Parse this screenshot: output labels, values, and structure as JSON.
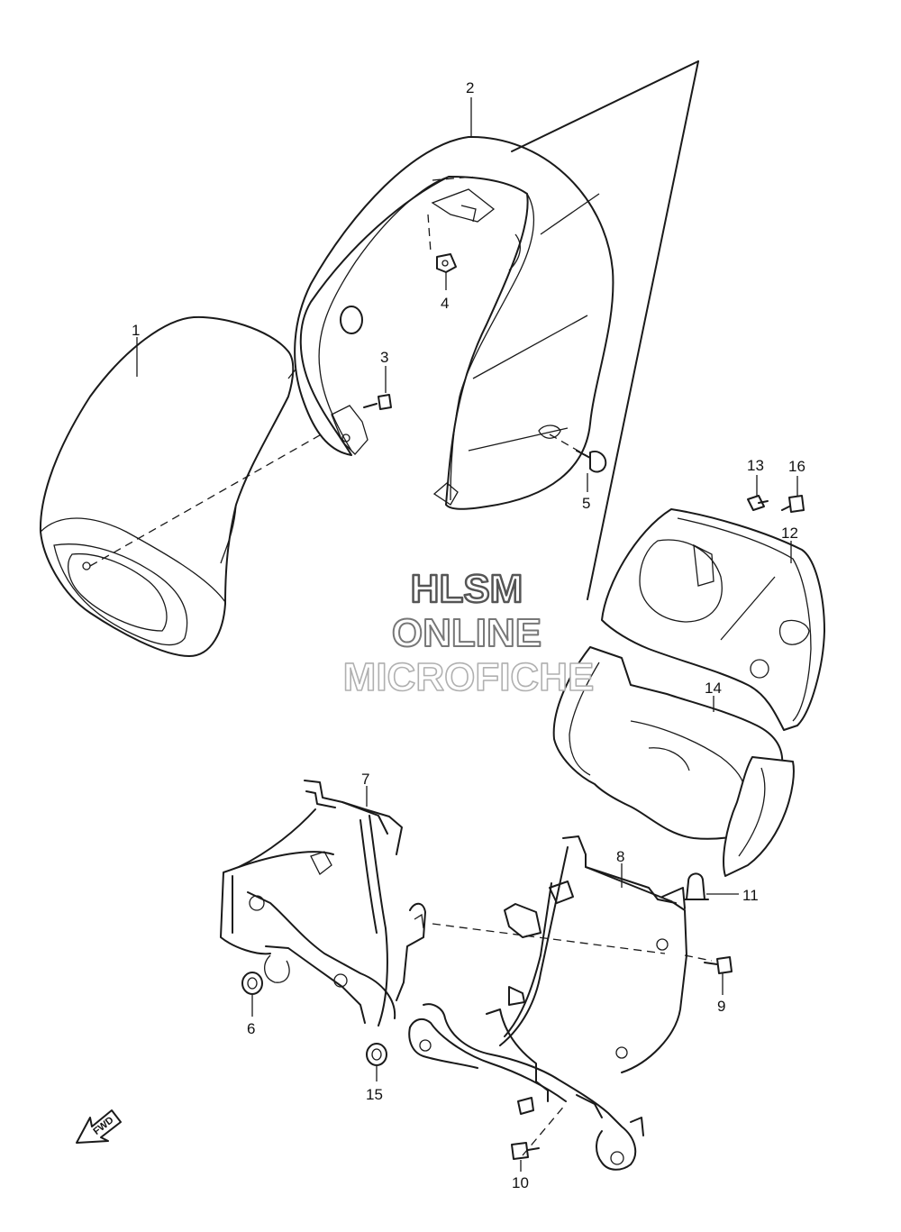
{
  "watermark": {
    "line1": "HLSM",
    "line2": "ONLINE",
    "line3": "MICROFICHE",
    "color1": "#555555",
    "color2": "#777777",
    "color3": "#b0b0b0"
  },
  "direction_indicator": {
    "label": "FWD",
    "icon": "arrow-left-down-icon"
  },
  "callouts": {
    "p1": "1",
    "p2": "2",
    "p3": "3",
    "p4": "4",
    "p5": "5",
    "p6": "6",
    "p7": "7",
    "p8": "8",
    "p9": "9",
    "p10": "10",
    "p11": "11",
    "p12": "12",
    "p13": "13",
    "p14": "14",
    "p15": "15",
    "p16": "16"
  }
}
